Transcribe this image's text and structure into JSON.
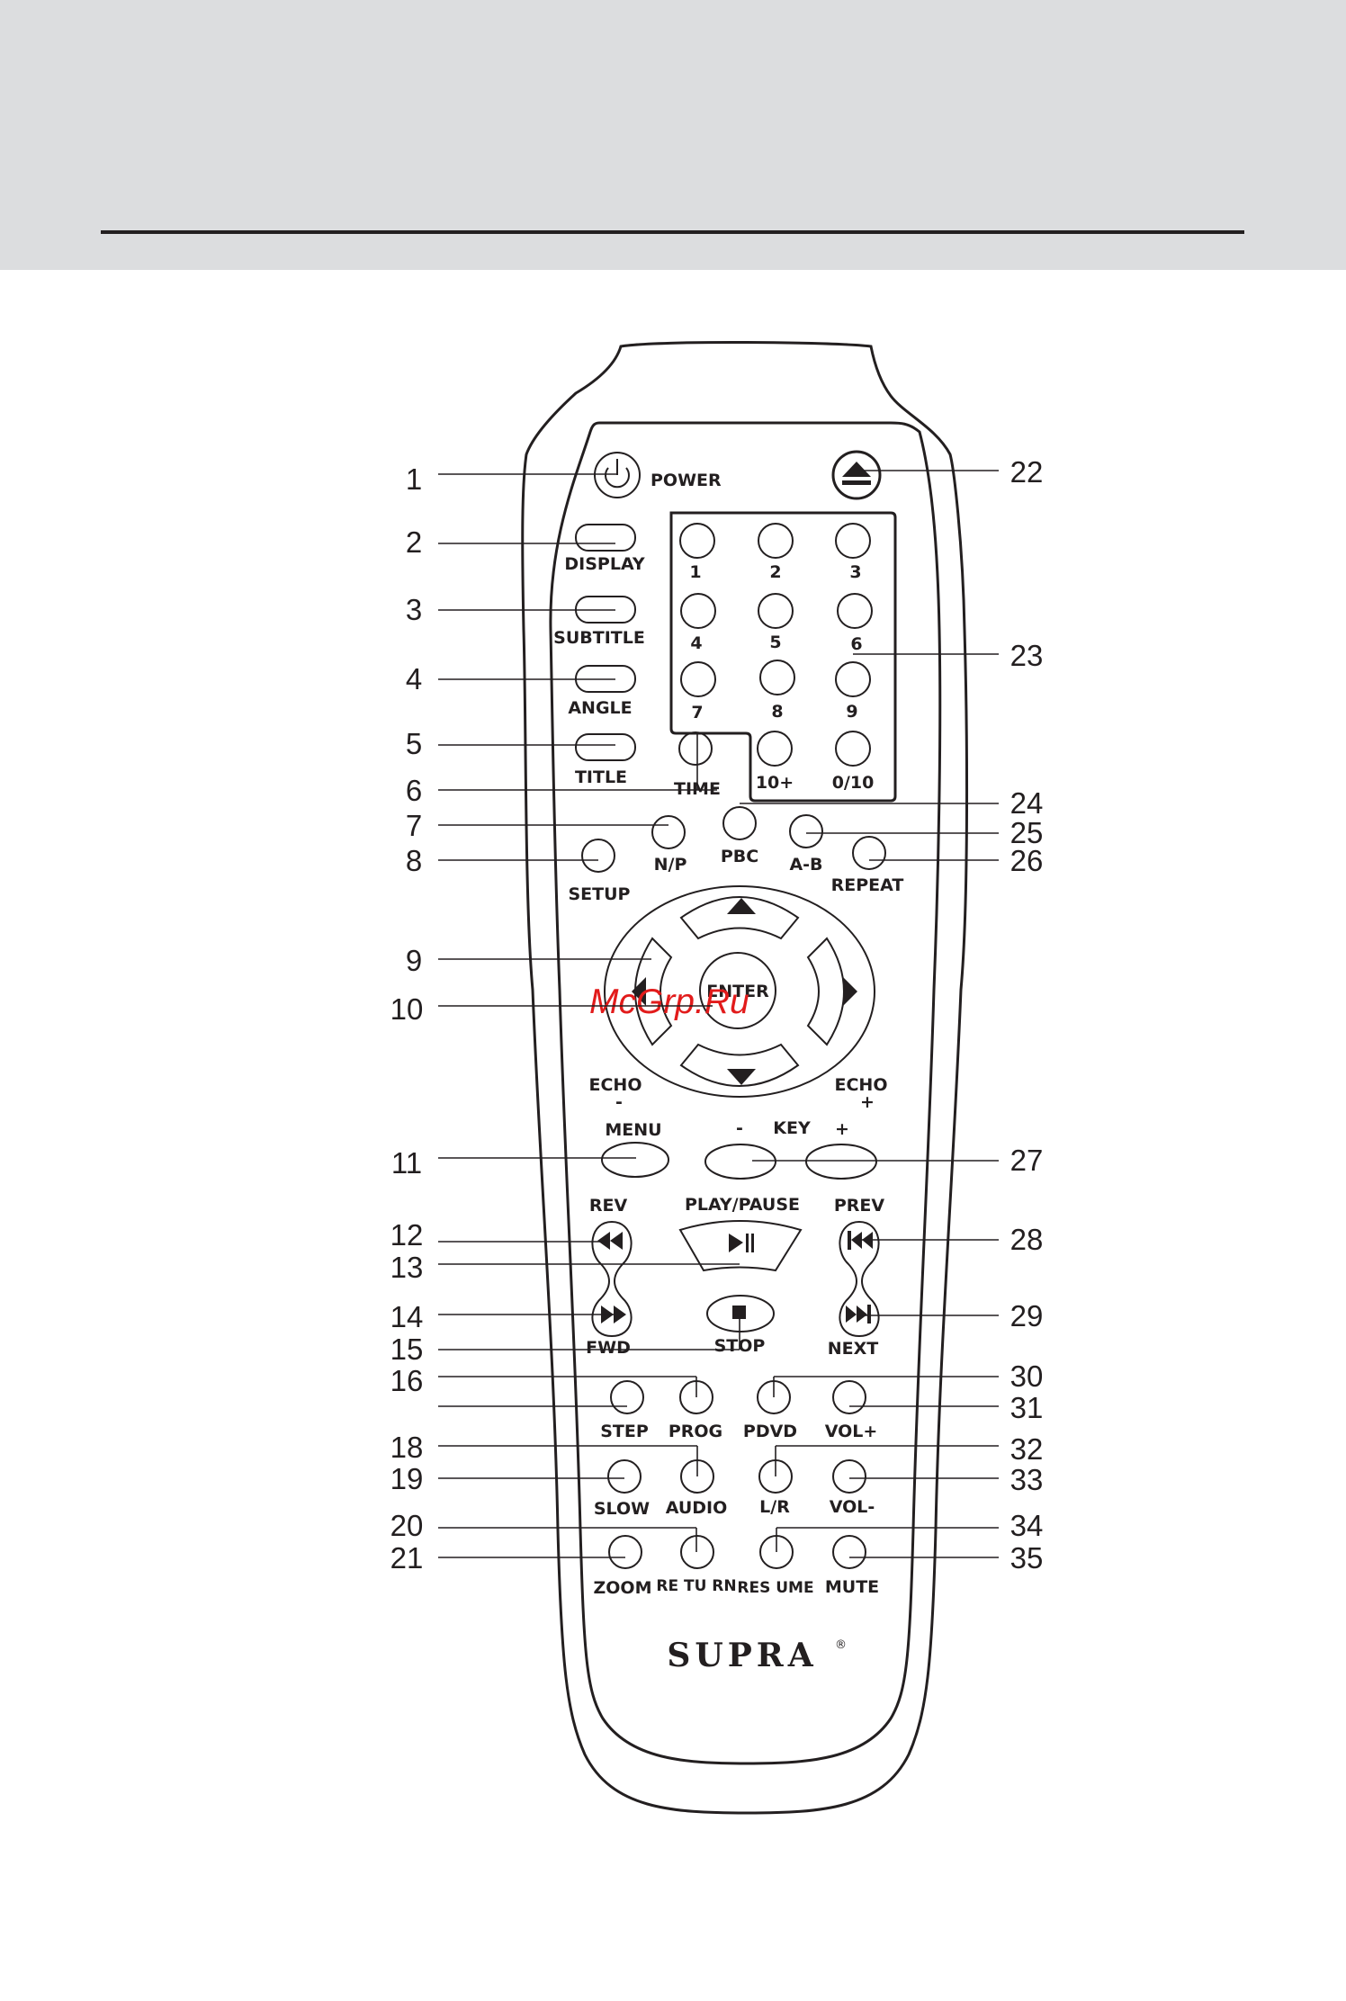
{
  "brand": {
    "name": "SUPRA",
    "registered_mark": "®"
  },
  "watermark": "McGrp.Ru",
  "buttons": {
    "power": "POWER",
    "display": "DISPLAY",
    "subtitle": "SUBTITLE",
    "angle": "ANGLE",
    "title": "TITLE",
    "time": "TIME",
    "n_p": "N/P",
    "pbc": "PBC",
    "a_b": "A-B",
    "repeat": "REPEAT",
    "setup": "SETUP",
    "enter": "ENTER",
    "echo_minus": "ECHO",
    "echo_minus_sign": "-",
    "echo_plus": "ECHO",
    "echo_plus_sign": "+",
    "menu": "MENU",
    "key_minus": "-",
    "key": "KEY",
    "key_plus": "+",
    "rev": "REV",
    "play_pause": "PLAY/PAUSE",
    "prev": "PREV",
    "fwd": "FWD",
    "stop": "STOP",
    "next": "NEXT",
    "step": "STEP",
    "prog": "PROG",
    "pdvd": "PDVD",
    "vol_up": "VOL+",
    "slow": "SLOW",
    "audio": "AUDIO",
    "l_r": "L/R",
    "vol_down": "VOL-",
    "zoom": "ZOOM",
    "return": "RE TU RN",
    "resume": "RES UME",
    "mute": "MUTE"
  },
  "numpad": [
    "1",
    "2",
    "3",
    "4",
    "5",
    "6",
    "7",
    "8",
    "9",
    "10+",
    "0/10"
  ],
  "callouts": [
    "1",
    "2",
    "3",
    "4",
    "5",
    "6",
    "7",
    "8",
    "9",
    "10",
    "11",
    "12",
    "13",
    "14",
    "15",
    "16",
    "18",
    "19",
    "20",
    "21",
    "22",
    "23",
    "24",
    "25",
    "26",
    "27",
    "28",
    "29",
    "30",
    "31",
    "32",
    "33",
    "34",
    "35"
  ]
}
